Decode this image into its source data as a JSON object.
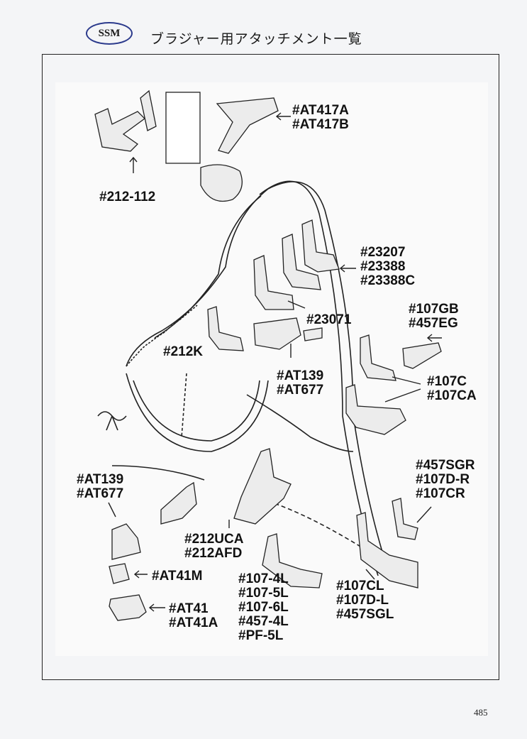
{
  "header": {
    "logo_text": "SSM",
    "title": "ブラジャー用アタッチメント一覧"
  },
  "diagram": {
    "labels": {
      "at417": [
        "#AT417A",
        "#AT417B"
      ],
      "p212_112": [
        "#212-112"
      ],
      "p23207": [
        "#23207",
        "#23388",
        "#23388C"
      ],
      "p23071": [
        "#23071"
      ],
      "p107gb": [
        "#107GB",
        "#457EG"
      ],
      "p212k": [
        "#212K"
      ],
      "at139_mid": [
        "#AT139",
        "#AT677"
      ],
      "p107c": [
        "#107C",
        "#107CA"
      ],
      "p457sgr": [
        "#457SGR",
        "#107D-R",
        "#107CR"
      ],
      "at139_left": [
        "#AT139",
        "#AT677"
      ],
      "p212uca": [
        "#212UCA",
        "#212AFD"
      ],
      "at41m": [
        "#AT41M"
      ],
      "p107_4l": [
        "#107-4L",
        "#107-5L",
        "#107-6L",
        "#457-4L",
        "#PF-5L"
      ],
      "p107cl": [
        "#107CL",
        "#107D-L",
        "#457SGL"
      ],
      "at41": [
        "#AT41",
        "#AT41A"
      ]
    }
  },
  "footer": {
    "page_number": "485"
  }
}
